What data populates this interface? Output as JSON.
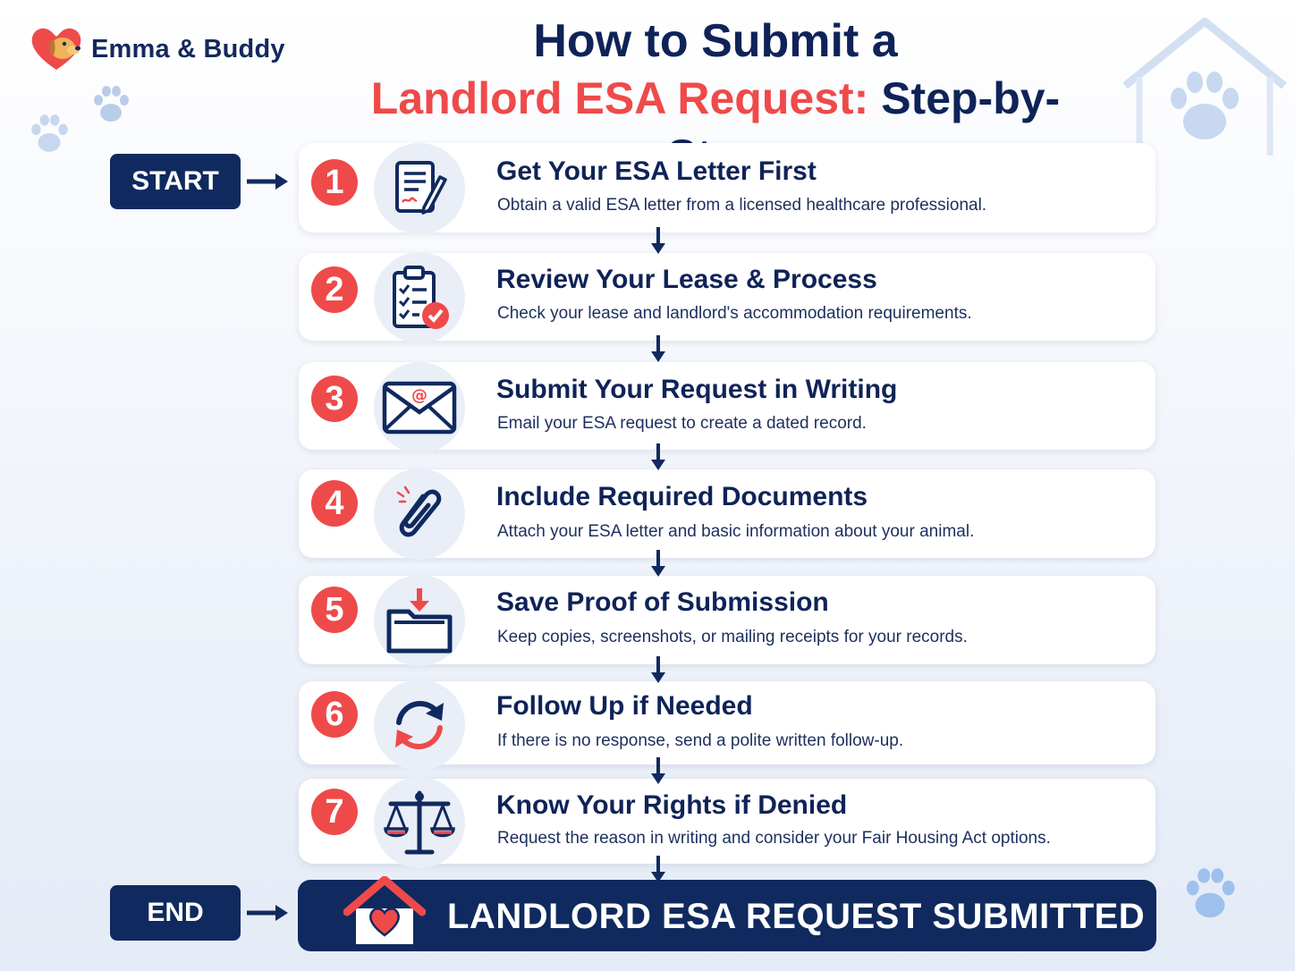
{
  "brand": {
    "name": "Emma & Buddy",
    "accent": "#ef4a4a",
    "navy": "#102a5f"
  },
  "title": {
    "line1": "How to Submit a",
    "line2_highlight": "Landlord ESA Request:",
    "line2_rest": " Step-by-Step"
  },
  "flow": {
    "start_label": "START",
    "end_label": "END"
  },
  "steps": [
    {
      "number": "1",
      "icon": "document-pen-icon",
      "title": "Get Your ESA Letter First",
      "description": "Obtain a valid ESA letter from a licensed healthcare professional."
    },
    {
      "number": "2",
      "icon": "clipboard-checklist-icon",
      "title": "Review Your Lease & Process",
      "description": "Check your lease and landlord's accommodation requirements."
    },
    {
      "number": "3",
      "icon": "email-envelope-icon",
      "title": "Submit Your Request in Writing",
      "description": "Email your ESA request to create a dated record."
    },
    {
      "number": "4",
      "icon": "paperclip-icon",
      "title": "Include Required Documents",
      "description": "Attach your ESA letter and basic information about your animal."
    },
    {
      "number": "5",
      "icon": "folder-download-icon",
      "title": "Save Proof of Submission",
      "description": "Keep copies, screenshots, or mailing receipts for your records."
    },
    {
      "number": "6",
      "icon": "refresh-arrows-icon",
      "title": "Follow Up if Needed",
      "description": "If there is no response, send a polite written follow-up."
    },
    {
      "number": "7",
      "icon": "scales-icon",
      "title": "Know Your Rights if Denied",
      "description": "Request the reason in writing and consider your Fair Housing Act options."
    }
  ],
  "result": {
    "icon": "house-heart-icon",
    "text": "LANDLORD ESA REQUEST SUBMITTED"
  }
}
